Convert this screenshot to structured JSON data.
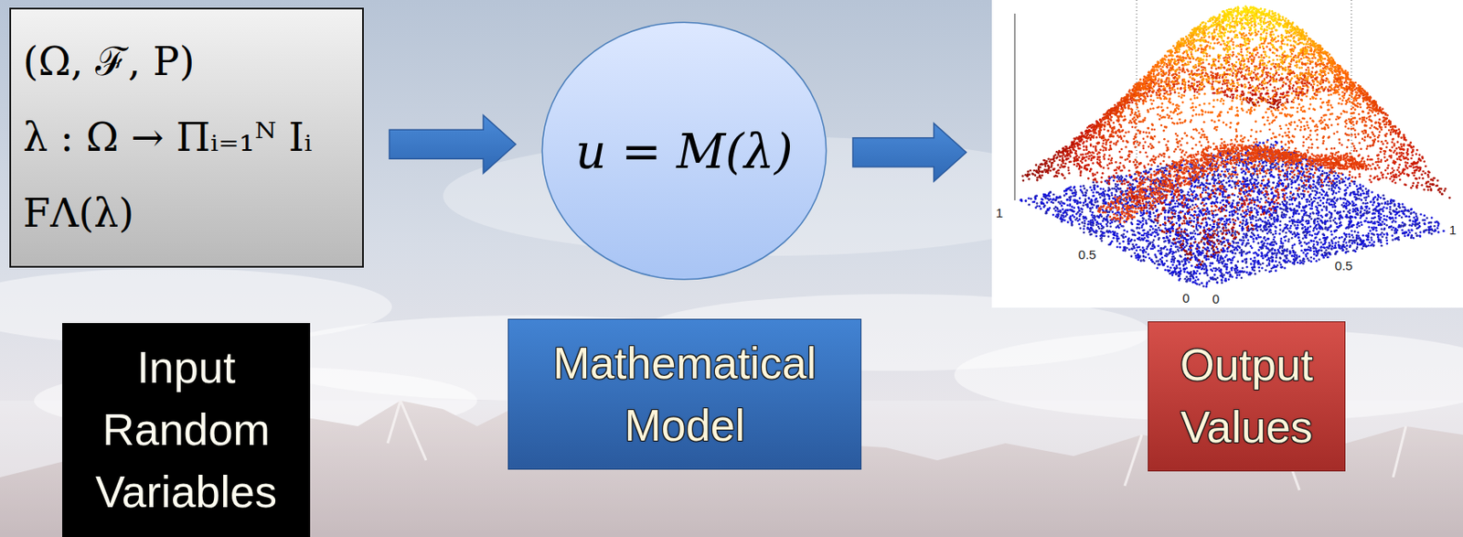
{
  "diagram": {
    "nodes": [
      {
        "text": [
          "(Ω, ℱ, P)",
          "λ : Ω → Πᵢ₌₁ᴺ Iᵢ",
          "FΛ(λ)"
        ]
      },
      {
        "text": [
          "u = M(λ)"
        ]
      },
      {
        "text": [
          "1",
          "0.5",
          "0",
          "0",
          "0.5",
          "1"
        ]
      },
      {
        "text": [
          "Input Random Variables"
        ]
      },
      {
        "text": [
          "Mathematical Model"
        ]
      },
      {
        "text": [
          "Output Values"
        ]
      }
    ],
    "edges": [
      {
        "from": 0,
        "to": 1,
        "arrow": "to"
      },
      {
        "from": 1,
        "to": 2,
        "arrow": "to"
      }
    ]
  }
}
